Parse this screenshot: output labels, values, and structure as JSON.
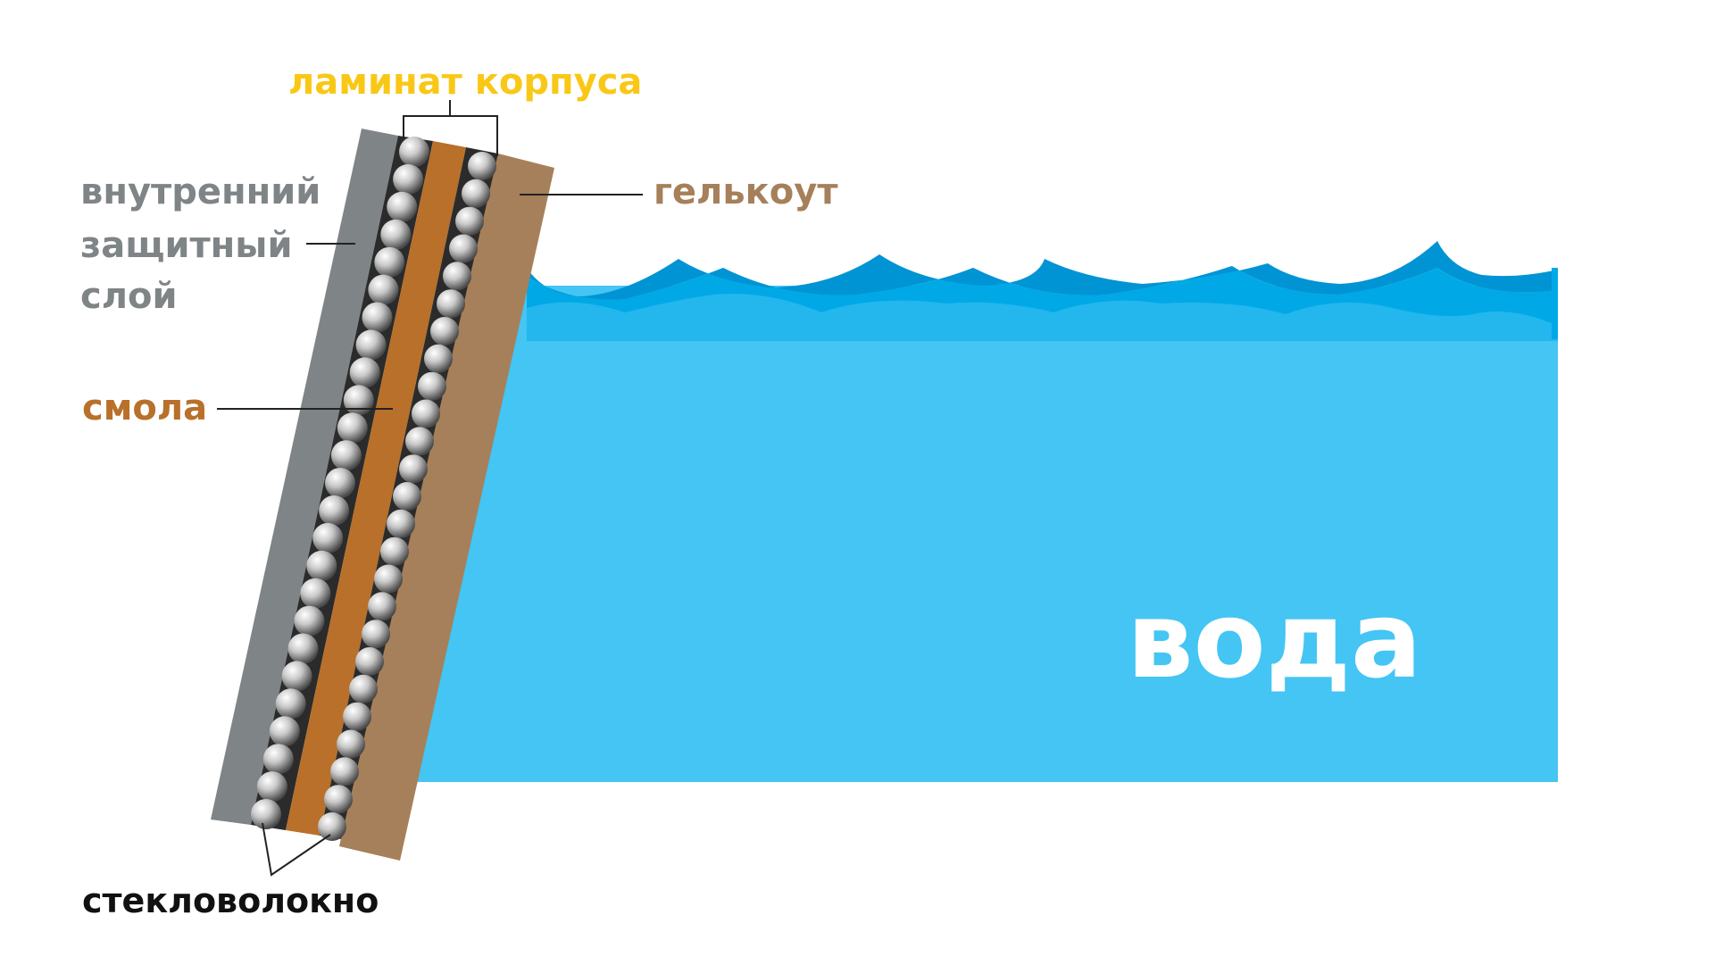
{
  "labels": {
    "laminate": "ламинат корпуса",
    "inner_layer_line1": "внутренний",
    "inner_layer_line2": "защитный",
    "inner_layer_line3": "слой",
    "gelcoat": "гелькоут",
    "resin": "смола",
    "fiberglass": "стекловолокно",
    "water": "вода"
  },
  "colors": {
    "inner_layer": "#7f8487",
    "resin": "#b8702a",
    "gelcoat": "#a6805a",
    "fiber_band": "#2b2b2b",
    "water": "#44c5f3",
    "water_wave_dark": "#0094d5",
    "water_wave_mid": "#00a9e6",
    "water_wave_light": "#23b7ee",
    "label_gray": "#7f8487",
    "label_resin": "#b8702a",
    "label_gelcoat": "#a6805a",
    "label_laminate": "#f9c816",
    "label_fiberglass": "#111111",
    "label_water": "#ffffff"
  }
}
